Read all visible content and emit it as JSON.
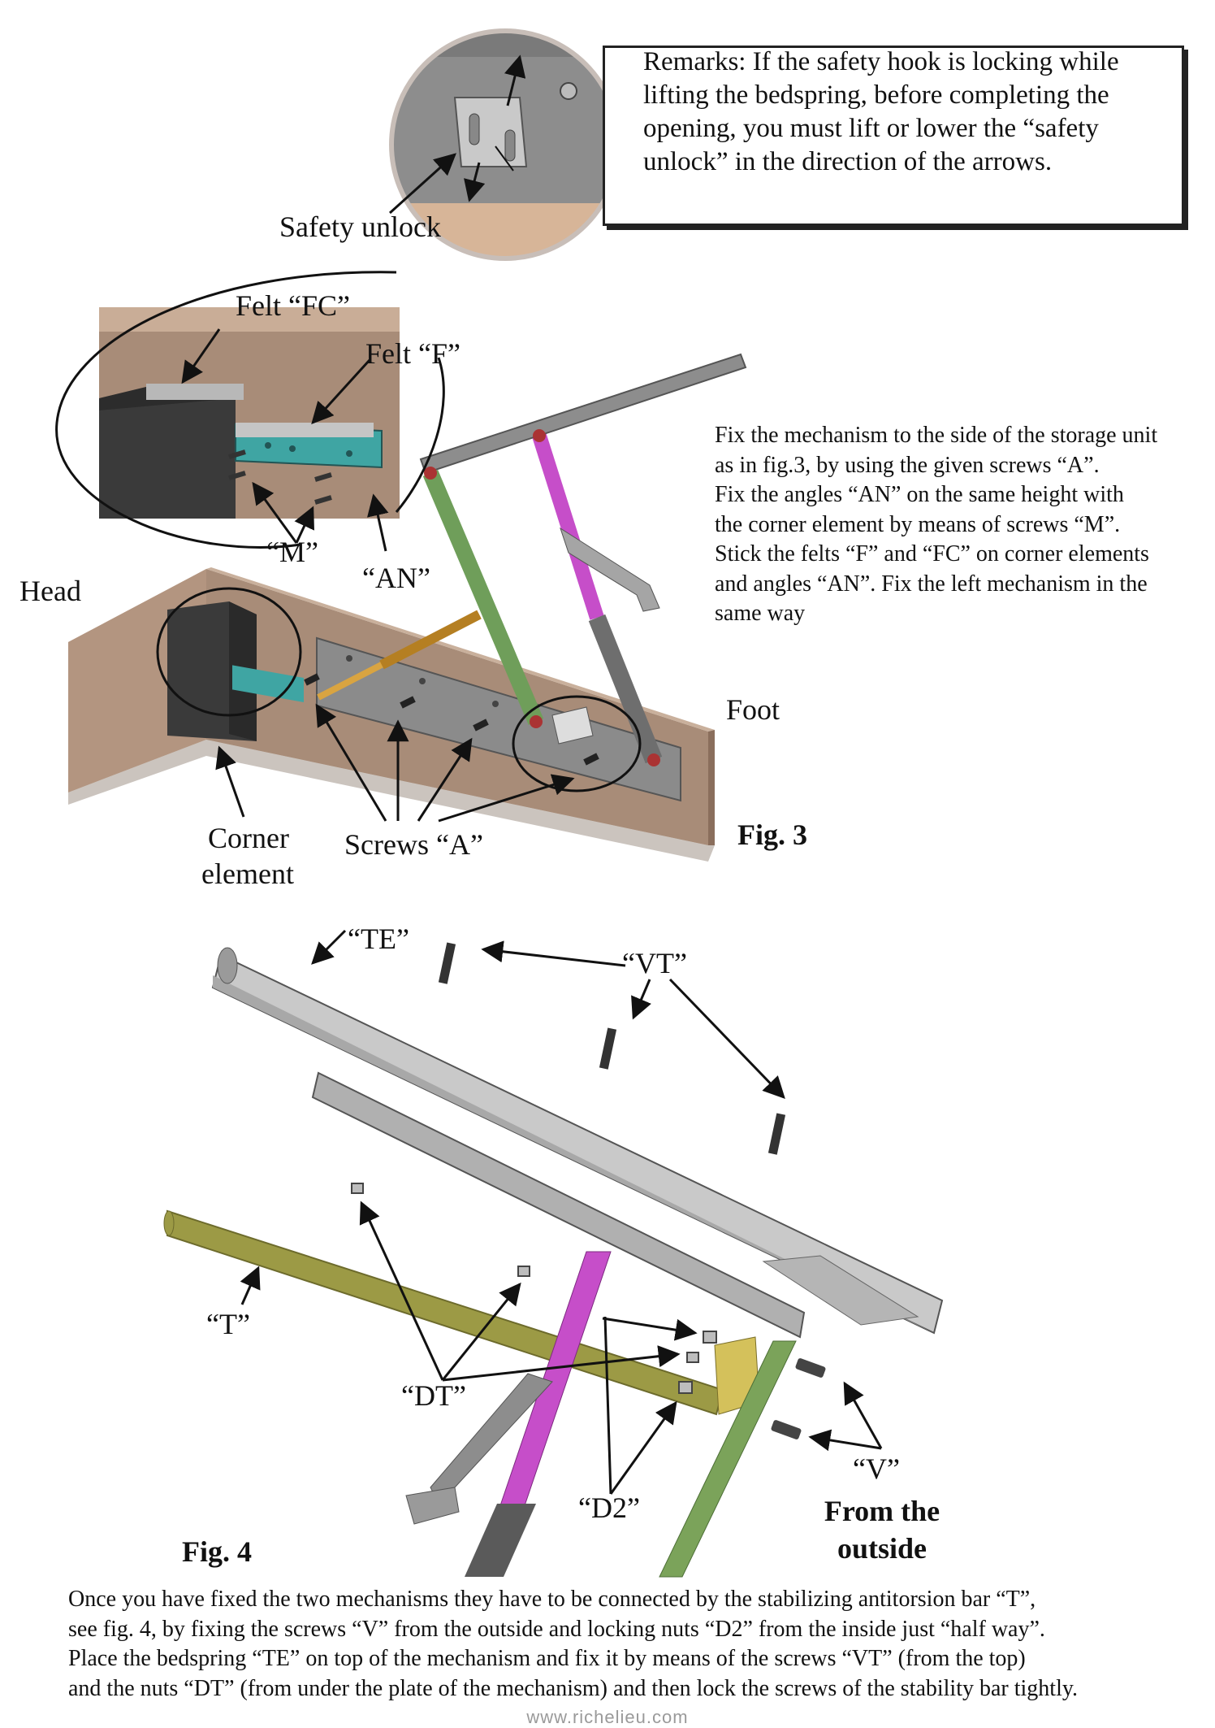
{
  "remarks": {
    "lines": [
      "Remarks: If the safety hook is locking while",
      "lifting the bedspring, before completing the",
      "opening, you must lift or lower the “safety",
      "unlock” in the direction of the arrows."
    ]
  },
  "fig3": {
    "caption": "Fig. 3",
    "labels": {
      "safety_unlock": "Safety unlock",
      "felt_fc": "Felt  “FC”",
      "felt_f": "Felt  “F”",
      "m": "“M”",
      "an": "“AN”",
      "head": "Head",
      "foot": "Foot",
      "corner_line1": "Corner",
      "corner_line2": "element",
      "screws_a": "Screws “A”"
    },
    "instructions": [
      "Fix the mechanism to the side of the storage unit",
      "as in fig.3, by using the given screws “A”.",
      "Fix the angles “AN” on the same height with",
      "the corner element by means of screws “M”.",
      "Stick the felts “F” and “FC” on corner elements",
      "and angles “AN”. Fix the left mechanism in the",
      "same way"
    ]
  },
  "fig4": {
    "caption": "Fig. 4",
    "labels": {
      "te": "“TE”",
      "vt": "“VT”",
      "t": "“T”",
      "dt": "“DT”",
      "d2": "“D2”",
      "v": "“V”",
      "outside_line1": "From the",
      "outside_line2": "outside"
    }
  },
  "bottom_text": [
    "Once you have fixed the two mechanisms they have to be connected by the stabilizing antitorsion bar “T”,",
    "see fig. 4, by fixing the screws “V” from the outside and locking nuts “D2” from the inside just “half way”.",
    "Place the bedspring “TE” on top of the mechanism and fix it by means of the screws “VT” (from the top)",
    "and the nuts “DT” (from under the plate of the mechanism) and then lock the screws of the stability bar tightly."
  ],
  "footer": "www.richelieu.com",
  "colors": {
    "wood": "#a88c78",
    "wood_dark": "#8a6e5c",
    "metal": "#9a9a9a",
    "green_arm": "#6f9e5a",
    "magenta_arm": "#c64ec9",
    "gas_spring": "#d9a441",
    "angle_teal": "#3fa5a3",
    "bar_olive": "#9c9a45"
  }
}
